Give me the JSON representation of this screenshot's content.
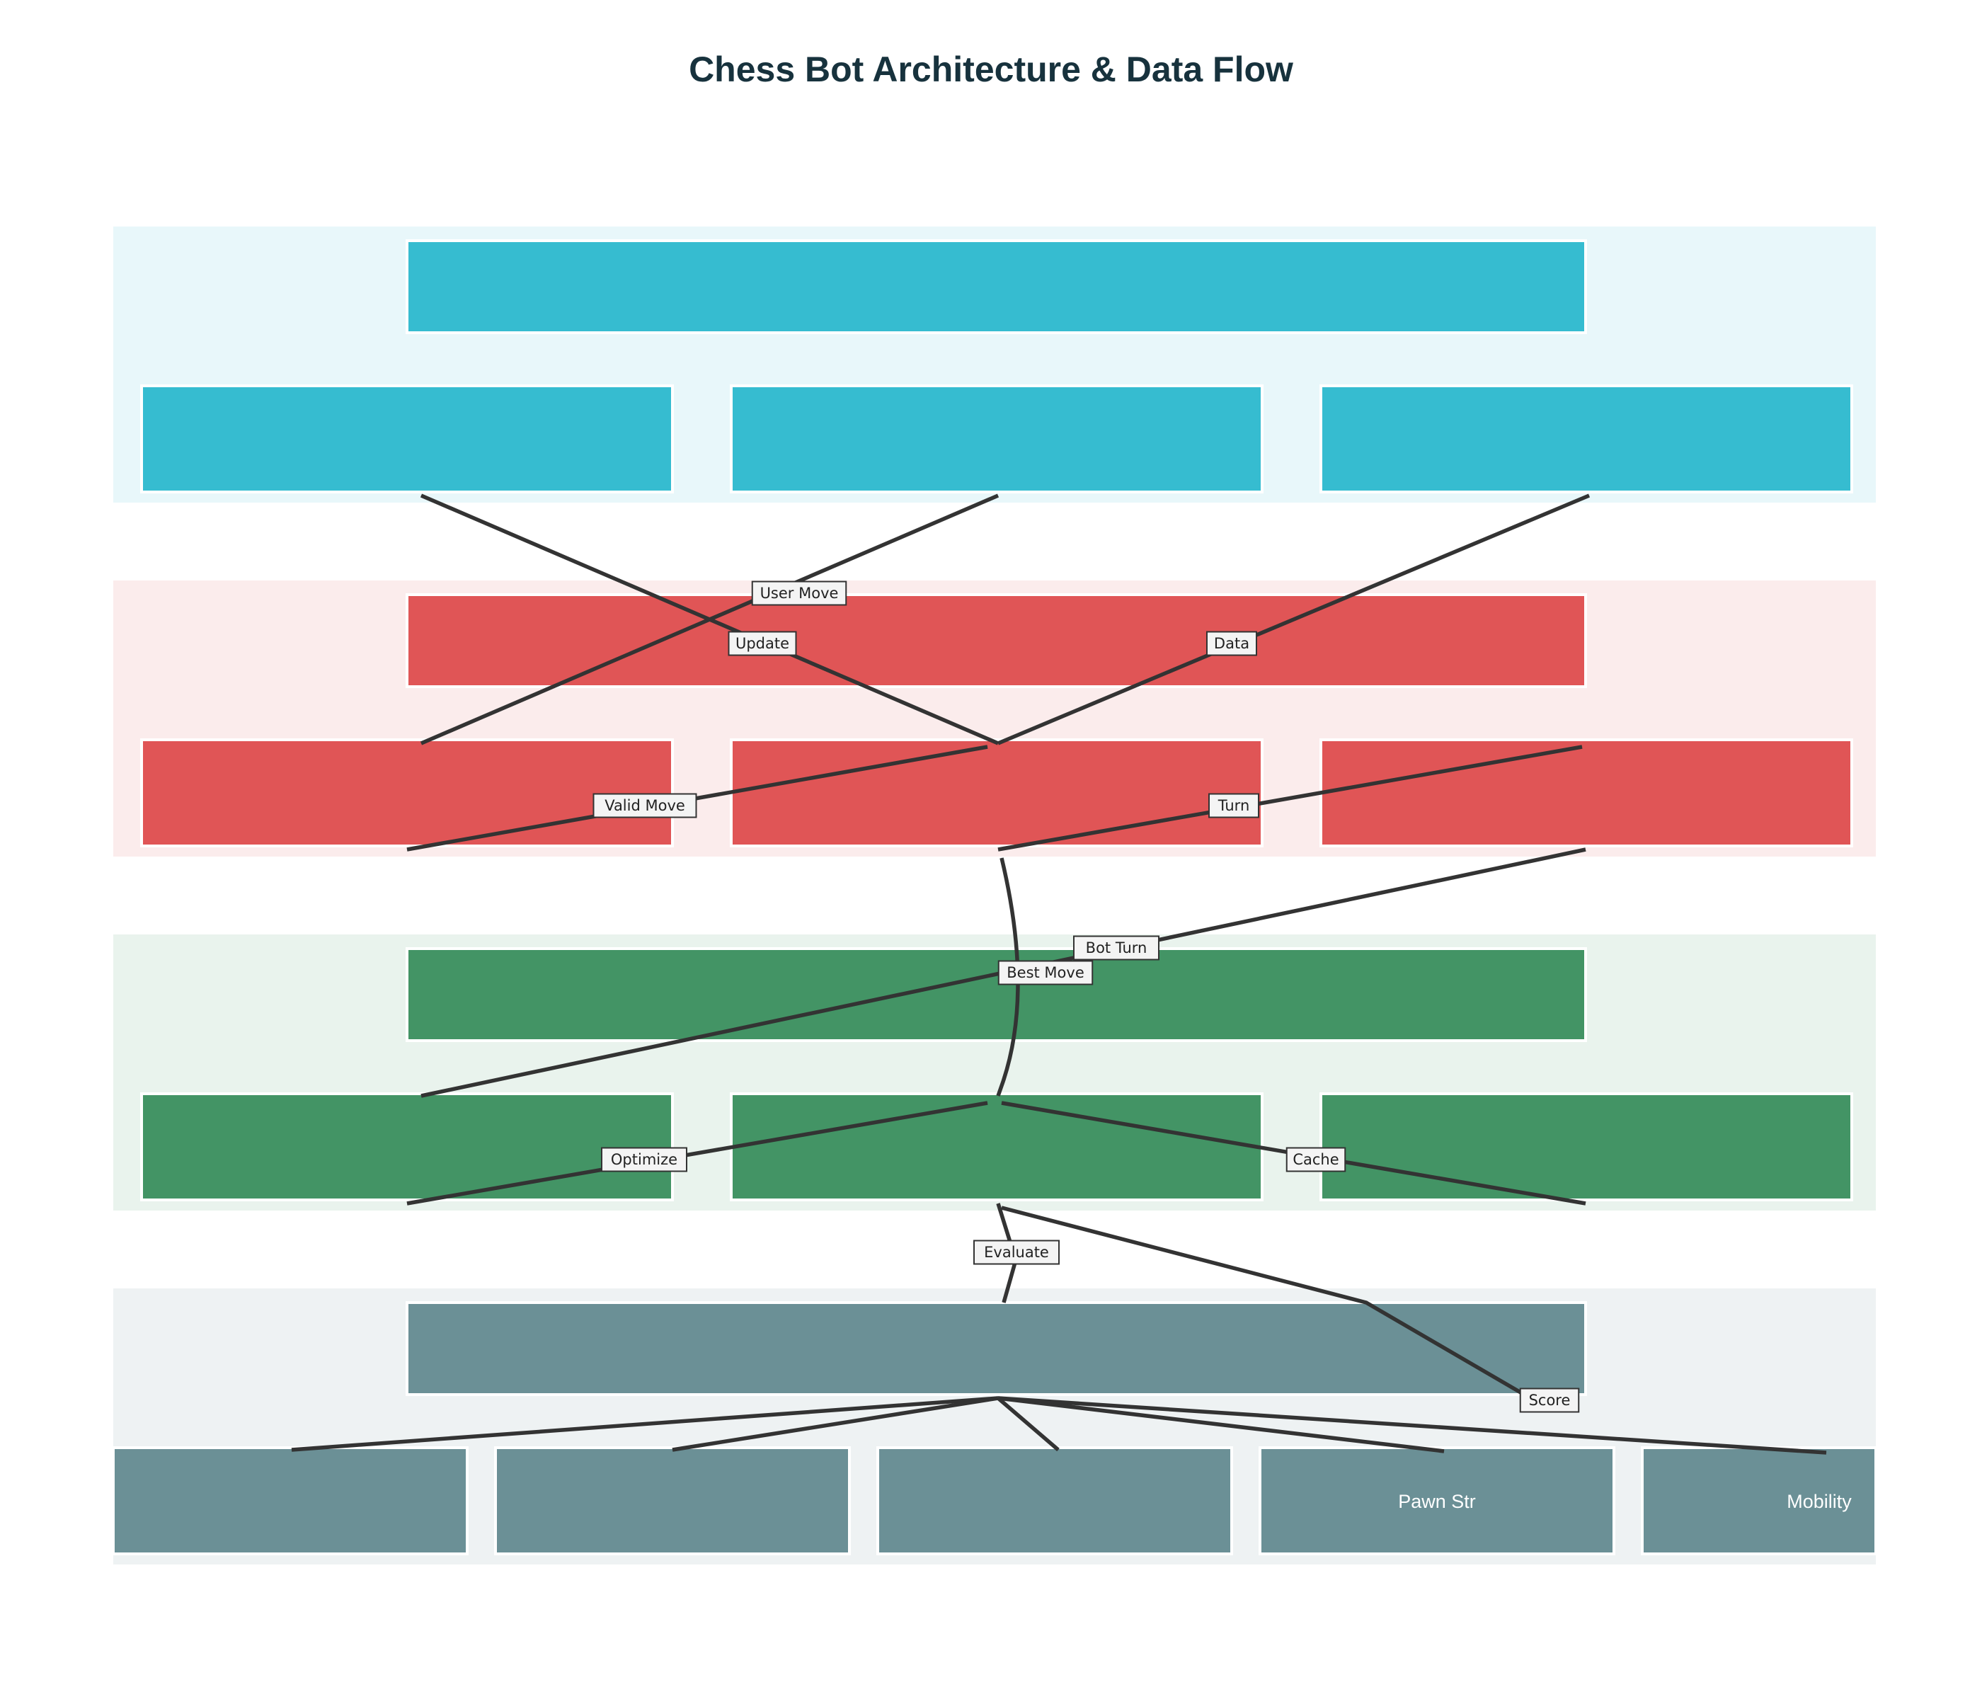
{
  "title": "Chess Bot Architecture & Data Flow",
  "colors": {
    "ui": "#36bcd0",
    "ui_bg": "#e8f7fa",
    "game": "#e05556",
    "game_bg": "#fbecec",
    "search": "#439465",
    "search_bg": "#e9f3ed",
    "eval": "#6b9096",
    "eval_bg": "#eef2f3",
    "edge": "#333333"
  },
  "layers": [
    {
      "id": "ui",
      "color_key": "ui",
      "top": "",
      "nodes": [
        "",
        "",
        ""
      ]
    },
    {
      "id": "game",
      "color_key": "game",
      "top": "",
      "nodes": [
        "",
        "",
        ""
      ]
    },
    {
      "id": "search",
      "color_key": "search",
      "top": "",
      "nodes": [
        "",
        "",
        ""
      ]
    },
    {
      "id": "eval",
      "color_key": "eval",
      "top": "",
      "nodes": [
        "",
        "",
        "",
        "Pawn Str",
        "Mobility"
      ]
    }
  ],
  "edge_labels": {
    "user_move": "User Move",
    "update": "Update",
    "data": "Data",
    "valid_move": "Valid Move",
    "turn": "Turn",
    "bot_turn": "Bot Turn",
    "best_move": "Best Move",
    "optimize": "Optimize",
    "cache": "Cache",
    "evaluate": "Evaluate",
    "score": "Score"
  }
}
